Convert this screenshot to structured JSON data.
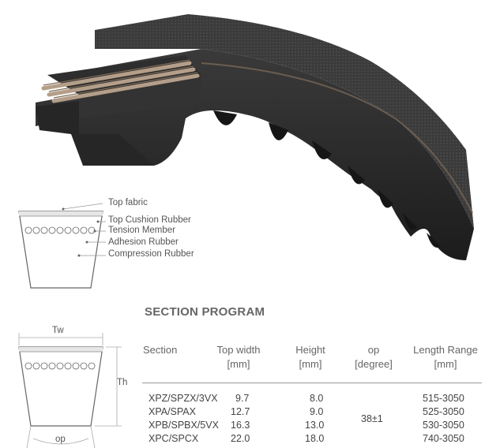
{
  "labels": {
    "top_fabric": "Top fabric",
    "top_cushion": "Top Cushion Rubber",
    "tension_member": "Tension Member",
    "adhesion": "Adhesion Rubber",
    "compression": "Compression Rubber"
  },
  "dims": {
    "tw": "Tw",
    "th": "Th",
    "op": "op"
  },
  "section": {
    "title": "SECTION PROGRAM",
    "headers": {
      "section": [
        "Section"
      ],
      "top_width": [
        "Top width",
        "[mm]"
      ],
      "height": [
        "Height",
        "[mm]"
      ],
      "op": [
        "op",
        "[degree]"
      ],
      "length": [
        "Length Range",
        "[mm]"
      ]
    },
    "rows": [
      {
        "section": "XPZ/SPZX/3VX",
        "top_width": "9.7",
        "height": "8.0",
        "length": "515-3050"
      },
      {
        "section": "XPA/SPAX",
        "top_width": "12.7",
        "height": "9.0",
        "length": "525-3050"
      },
      {
        "section": "XPB/SPBX/5VX",
        "top_width": "16.3",
        "height": "13.0",
        "length": "530-3050"
      },
      {
        "section": "XPC/SPCX",
        "top_width": "22.0",
        "height": "18.0",
        "length": "740-3050"
      }
    ],
    "op_value": "38±1"
  },
  "colors": {
    "belt": "#2b2b2b",
    "cord": "#a58f7c",
    "text": "#555555"
  }
}
